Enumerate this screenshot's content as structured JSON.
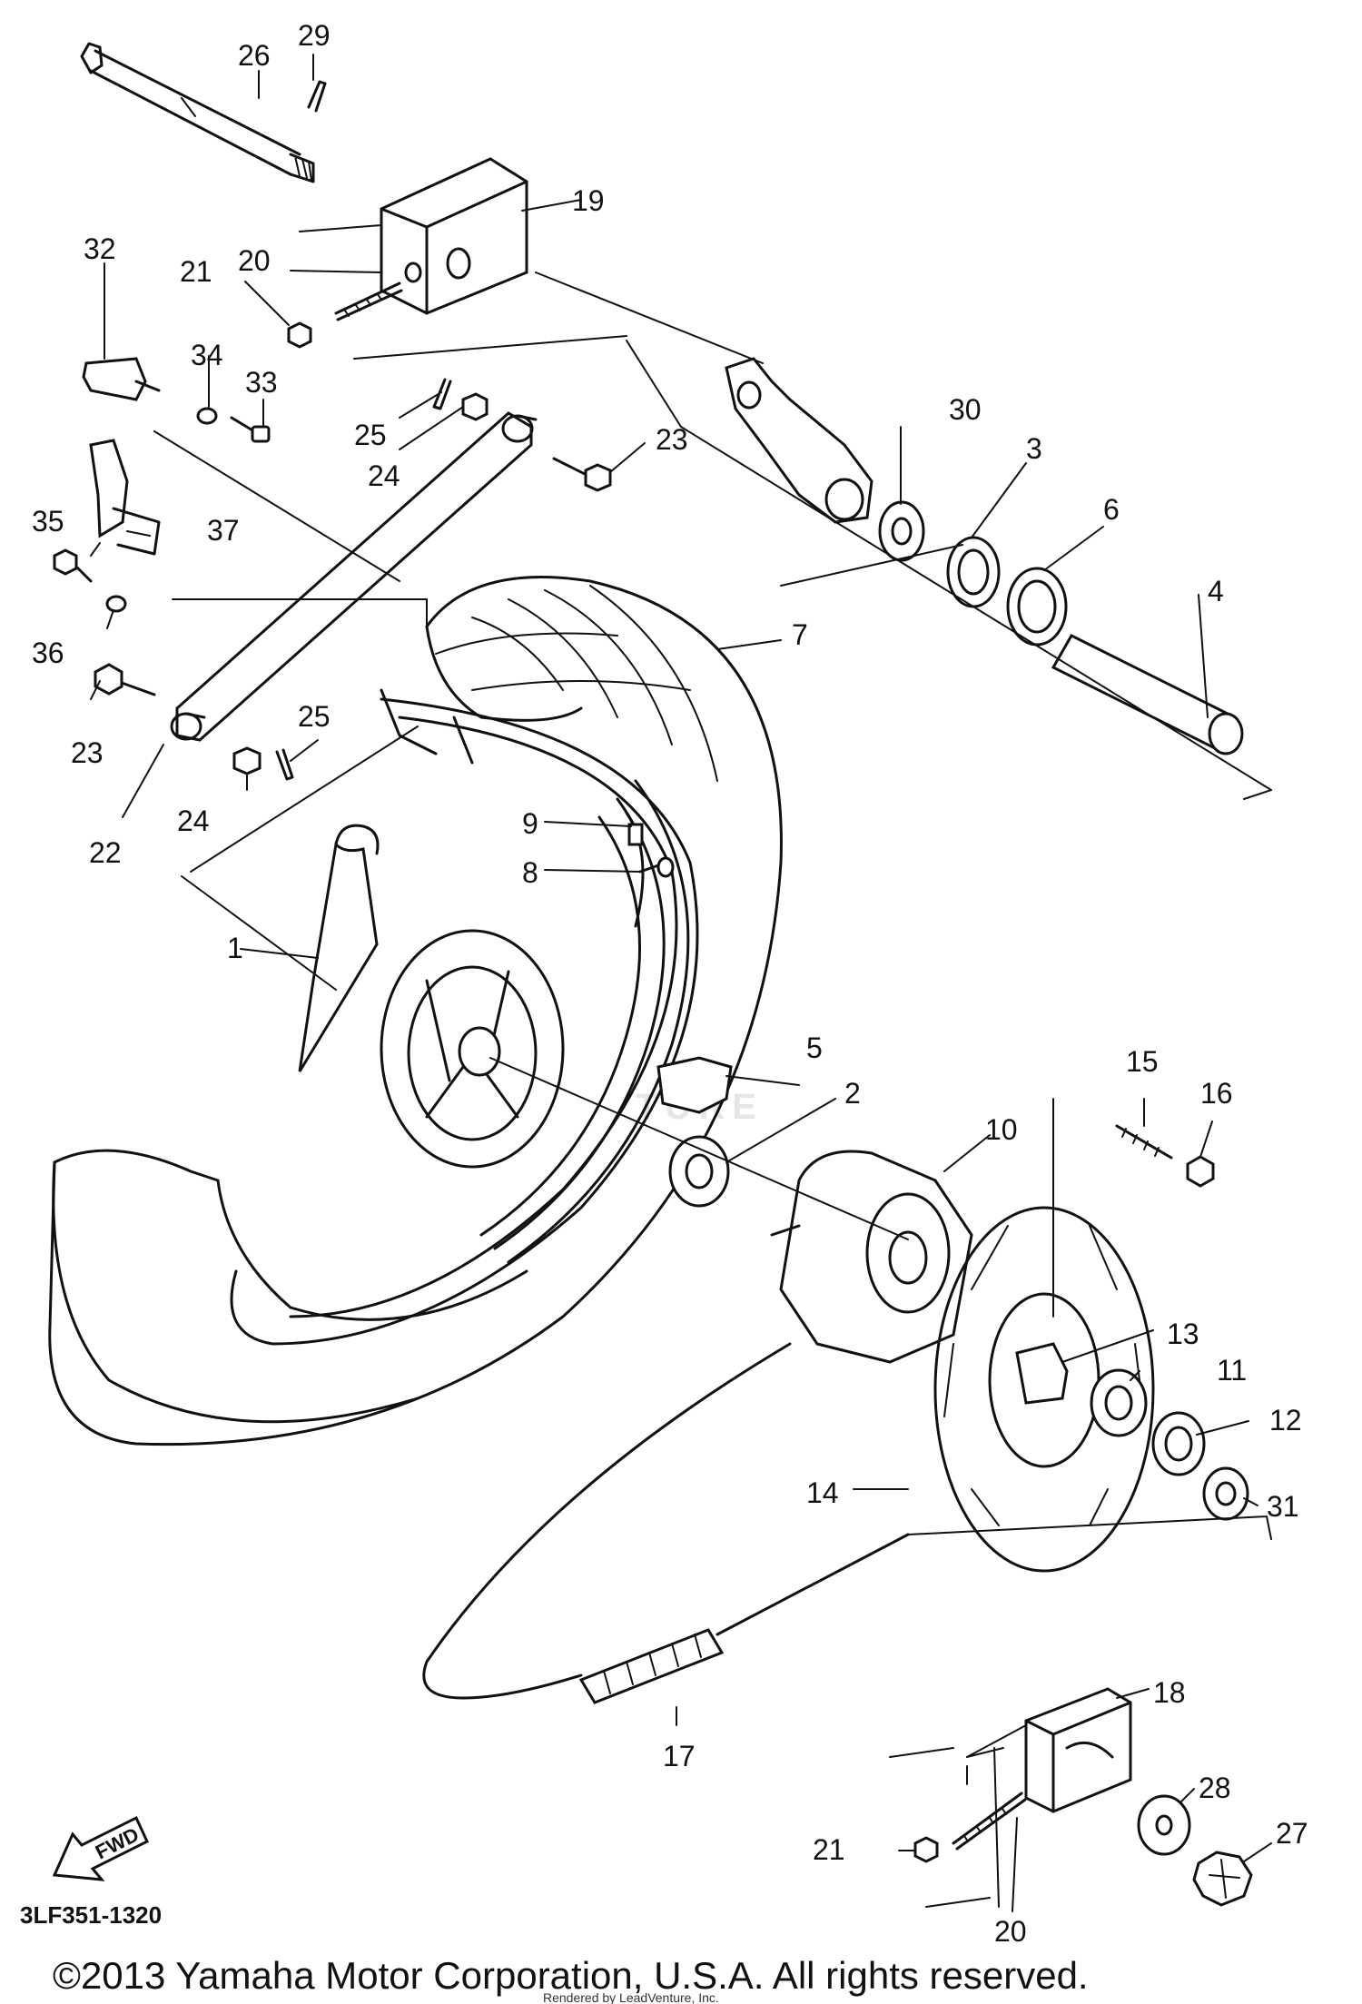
{
  "diagram": {
    "watermark": "TURE",
    "fwd_label": "FWD",
    "part_code": "3LF351-1320",
    "copyright": "©2013 Yamaha Motor Corporation, U.S.A. All rights reserved.",
    "rendered_by": "Rendered by LeadVenture, Inc.",
    "callouts": [
      {
        "id": "c29",
        "label": "29"
      },
      {
        "id": "c26",
        "label": "26"
      },
      {
        "id": "c19",
        "label": "19"
      },
      {
        "id": "c32",
        "label": "32"
      },
      {
        "id": "c21a",
        "label": "21"
      },
      {
        "id": "c20a",
        "label": "20"
      },
      {
        "id": "c34",
        "label": "34"
      },
      {
        "id": "c33",
        "label": "33"
      },
      {
        "id": "c25a",
        "label": "25"
      },
      {
        "id": "c24a",
        "label": "24"
      },
      {
        "id": "c23a",
        "label": "23"
      },
      {
        "id": "c30",
        "label": "30"
      },
      {
        "id": "c3",
        "label": "3"
      },
      {
        "id": "c6",
        "label": "6"
      },
      {
        "id": "c35",
        "label": "35"
      },
      {
        "id": "c37",
        "label": "37"
      },
      {
        "id": "c36",
        "label": "36"
      },
      {
        "id": "c7",
        "label": "7"
      },
      {
        "id": "c4",
        "label": "4"
      },
      {
        "id": "c23b",
        "label": "23"
      },
      {
        "id": "c25b",
        "label": "25"
      },
      {
        "id": "c24b",
        "label": "24"
      },
      {
        "id": "c22",
        "label": "22"
      },
      {
        "id": "c9",
        "label": "9"
      },
      {
        "id": "c8",
        "label": "8"
      },
      {
        "id": "c1",
        "label": "1"
      },
      {
        "id": "c5",
        "label": "5"
      },
      {
        "id": "c15",
        "label": "15"
      },
      {
        "id": "c16",
        "label": "16"
      },
      {
        "id": "c2",
        "label": "2"
      },
      {
        "id": "c10",
        "label": "10"
      },
      {
        "id": "c13",
        "label": "13"
      },
      {
        "id": "c11",
        "label": "11"
      },
      {
        "id": "c12",
        "label": "12"
      },
      {
        "id": "c14",
        "label": "14"
      },
      {
        "id": "c31",
        "label": "31"
      },
      {
        "id": "c18",
        "label": "18"
      },
      {
        "id": "c17",
        "label": "17"
      },
      {
        "id": "c28",
        "label": "28"
      },
      {
        "id": "c27",
        "label": "27"
      },
      {
        "id": "c21b",
        "label": "21"
      },
      {
        "id": "c20b",
        "label": "20"
      }
    ]
  }
}
